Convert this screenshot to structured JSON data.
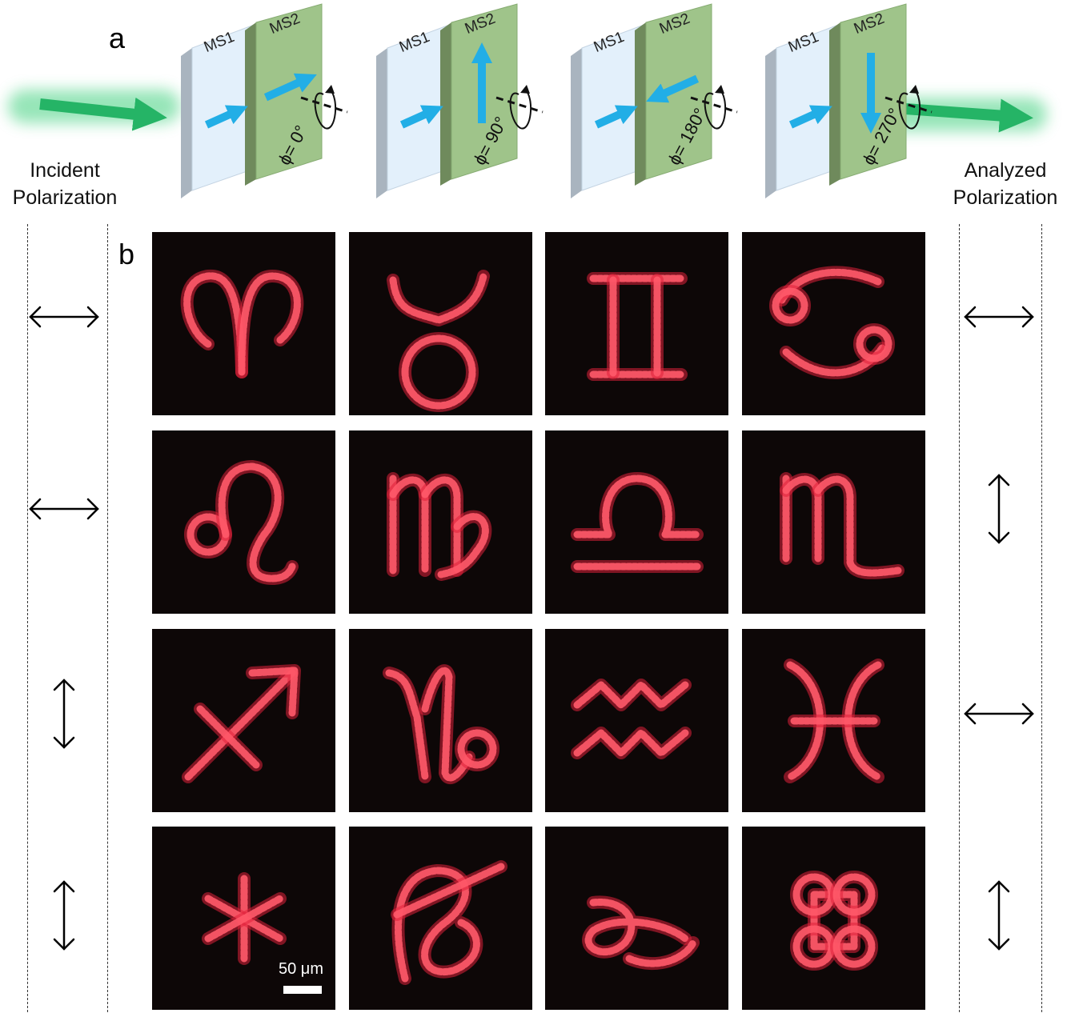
{
  "panels": {
    "a_label": "a",
    "b_label": "b"
  },
  "setup": {
    "metasurface_1_label": "MS1",
    "metasurface_2_label": "MS2",
    "stages": [
      {
        "phi_label": "ϕ= 0°",
        "ms2_arrow": "right"
      },
      {
        "phi_label": "ϕ= 90°",
        "ms2_arrow": "up"
      },
      {
        "phi_label": "ϕ= 180°",
        "ms2_arrow": "left"
      },
      {
        "phi_label": "ϕ= 270°",
        "ms2_arrow": "down"
      }
    ],
    "incident_label_line1": "Incident",
    "incident_label_line2": "Polarization",
    "analyzed_label_line1": "Analyzed",
    "analyzed_label_line2": "Polarization"
  },
  "rows": [
    {
      "incident": "horizontal",
      "analyzed": "horizontal",
      "symbols": [
        "aries",
        "taurus",
        "gemini",
        "cancer"
      ]
    },
    {
      "incident": "horizontal",
      "analyzed": "vertical",
      "symbols": [
        "leo",
        "virgo",
        "libra",
        "scorpio"
      ]
    },
    {
      "incident": "vertical",
      "analyzed": "horizontal",
      "symbols": [
        "sagittarius",
        "capricorn",
        "aquarius",
        "pisces"
      ]
    },
    {
      "incident": "vertical",
      "analyzed": "vertical",
      "symbols": [
        "star",
        "loop",
        "swirl",
        "command"
      ]
    }
  ],
  "scale_bar": {
    "label": "50 μm"
  },
  "colors": {
    "beam": "#2db86a",
    "ms1_face": "#e3f0fb",
    "ms2_face": "#9fc48a",
    "polarization_arrow": "#22aee6",
    "hologram": "#e0203a",
    "tile_background": "#0d0707"
  }
}
